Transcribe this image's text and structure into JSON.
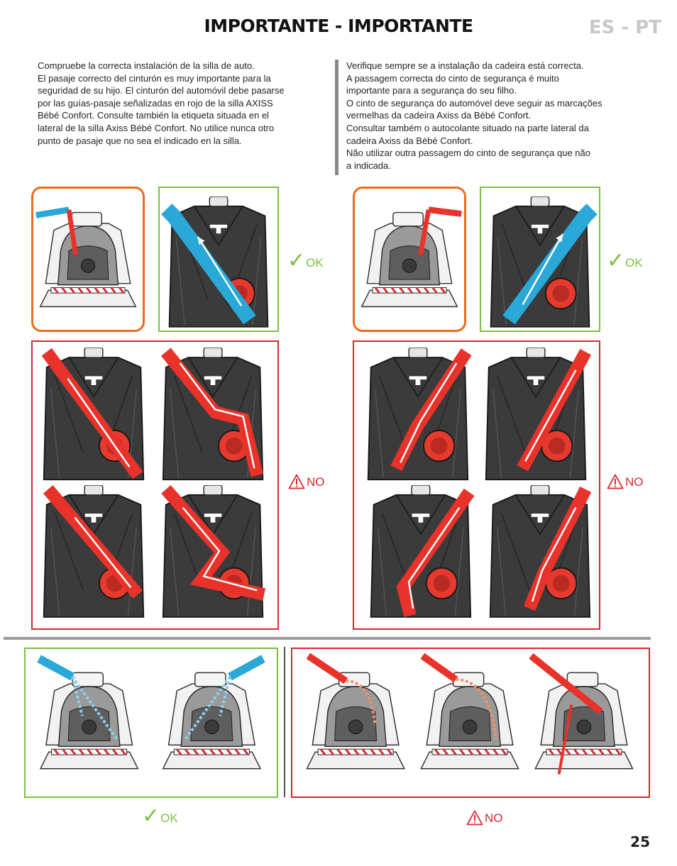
{
  "header": {
    "title": "IMPORTANTE - IMPORTANTE",
    "language_code": "ES - PT"
  },
  "text_es": [
    "Compruebe la correcta instalación de la silla de auto.",
    "El pasaje correcto del cinturón es muy importante para la",
    "seguridad de su hijo. El cinturón del automóvil debe pasarse",
    "por las guías-pasaje señalizadas en rojo de la silla AXISS",
    "Bébé Confort. Consulte también la etiqueta situada en el",
    "lateral de la silla Axiss Bébé Confort. No utilice nunca otro",
    "punto de pasaje que no sea el indicado en la silla."
  ],
  "text_pt": [
    "Verifique sempre se a instalação da cadeira está correcta.",
    "A passagem correcta do cinto de segurança é muito",
    "importante para a segurança do seu filho.",
    "O cinto de segurança do automóvel deve seguir as marcações",
    "vermelhas da cadeira Axiss da Bébé Confort.",
    "Consultar também o autocolante situado na parte lateral da",
    "cadeira Axiss da Bébé Confort.",
    "Não utilizar outra passagem do cinto de segurança que não",
    "a indicada."
  ],
  "labels": {
    "ok": "OK",
    "no": "NO"
  },
  "footer": {
    "page_number": "25"
  },
  "colors": {
    "ok_green": "#7ac143",
    "no_red": "#d7282f",
    "frame_orange": "#ec6b1d",
    "correct_belt_blue": "#2aa8d8",
    "wrong_belt_red": "#e8322a",
    "seat_dark": "#3b3b3b"
  }
}
